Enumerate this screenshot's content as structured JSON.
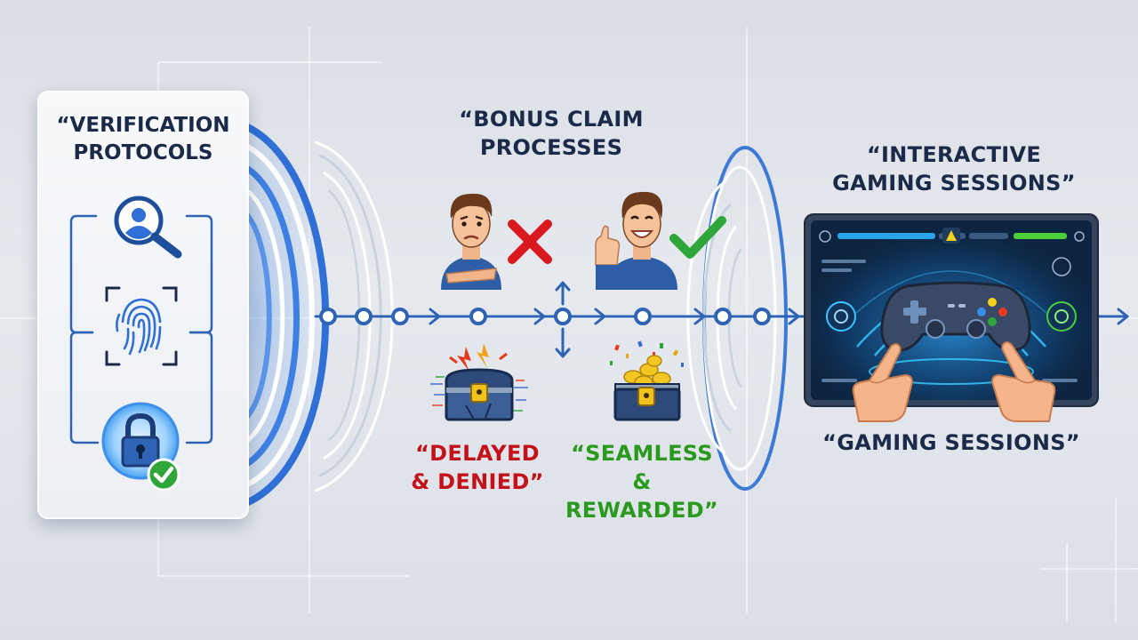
{
  "verification": {
    "title_line1": "“VERIFICATION",
    "title_line2": "PROTOCOLS"
  },
  "bonus": {
    "title_line1": "“BONUS CLAIM",
    "title_line2": "PROCESSES"
  },
  "denied": {
    "line1": "“DELAYED",
    "line2": "& DENIED”"
  },
  "rewarded": {
    "line1": "“SEAMLESS",
    "line2": "& REWARDED”"
  },
  "interactive": {
    "line1": "“INTERACTIVE",
    "line2": "GAMING SESSIONS”"
  },
  "gaming": {
    "caption": "“GAMING SESSIONS”"
  },
  "colors": {
    "navy_text": "#1c2a4a",
    "flow_blue": "#2f63b4",
    "denied_red": "#c4121a",
    "reward_green": "#2a9a1e",
    "screen_dark": "#0d2440",
    "glow_cyan": "#37c6ff"
  },
  "icons": [
    "user-search-icon",
    "fingerprint-icon",
    "padlock-icon",
    "check-badge-icon",
    "cross-icon",
    "check-icon",
    "treasure-chest-icon",
    "gamepad-icon",
    "hand-icon",
    "arrow-right-icon"
  ]
}
